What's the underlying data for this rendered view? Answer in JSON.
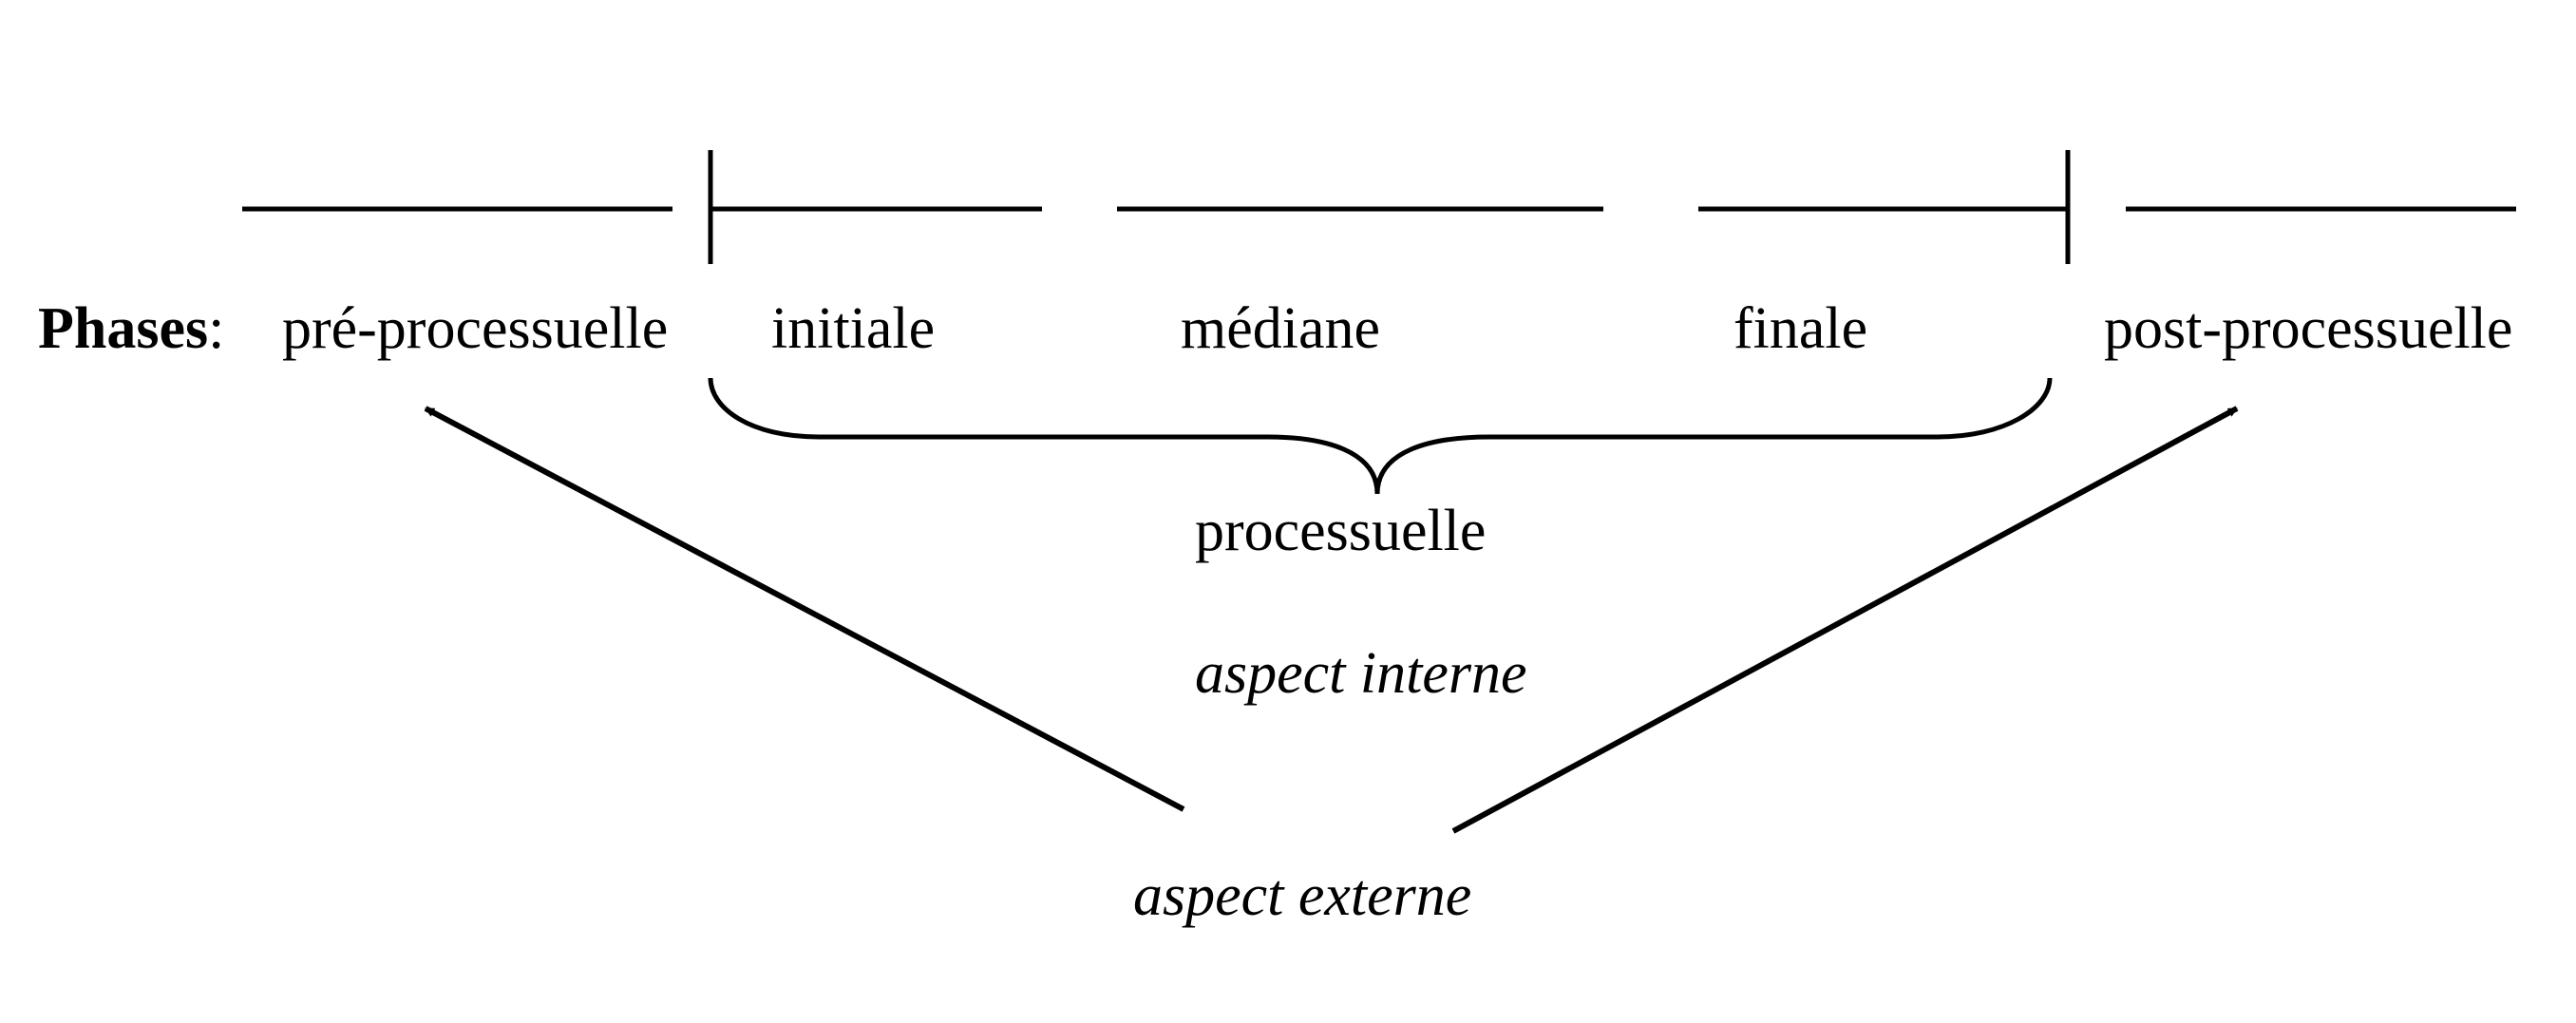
{
  "phases_title": "Phases",
  "phases_colon": ":",
  "phases": {
    "pre": "pré-processuelle",
    "initial": "initiale",
    "median": "médiane",
    "final": "finale",
    "post": "post-processuelle"
  },
  "group_label": "processuelle",
  "internal_aspect": "aspect interne",
  "external_aspect": "aspect externe",
  "colors": {
    "ink": "#000000",
    "background": "#ffffff"
  }
}
